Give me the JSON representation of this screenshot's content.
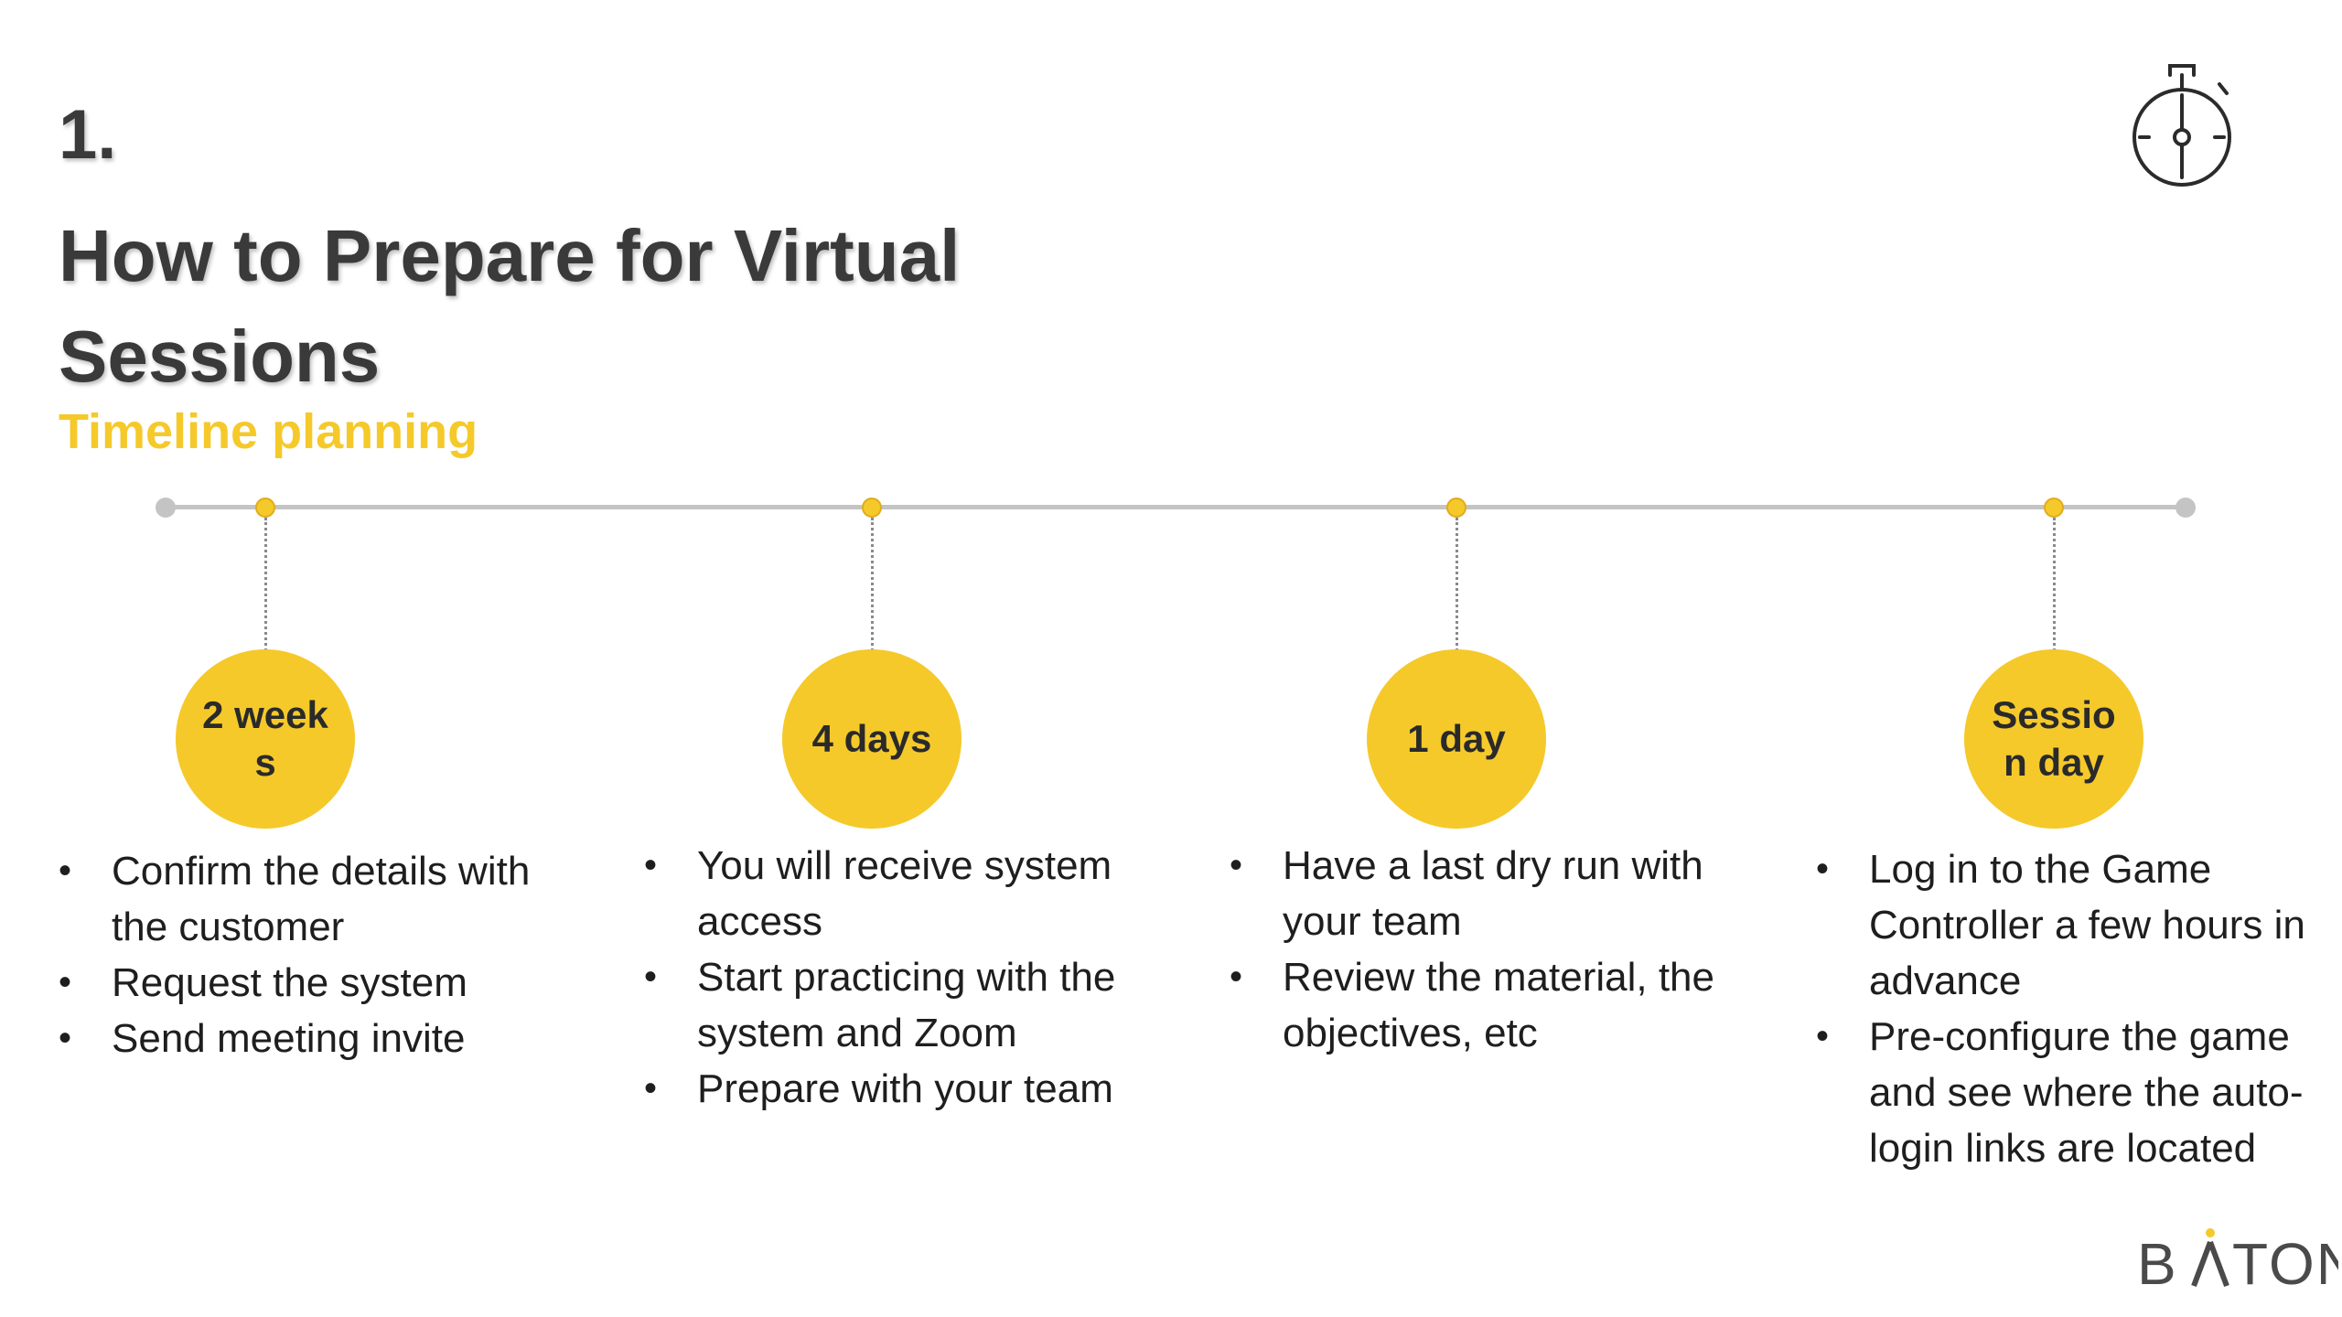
{
  "header": {
    "number": "1.",
    "title": "How to Prepare for Virtual Sessions",
    "subtitle": "Timeline planning"
  },
  "colors": {
    "accent": "#f5c92a",
    "heading": "#3a3a3a",
    "timeline": "#c4c4c4"
  },
  "icons": {
    "top_right": "stopwatch-icon"
  },
  "milestones": [
    {
      "label": "2 weeks",
      "items": [
        "Confirm the details with the customer",
        "Request the system",
        "Send meeting invite"
      ]
    },
    {
      "label": "4 days",
      "items": [
        "You will receive system access",
        "Start practicing with the system and Zoom",
        "Prepare with your team"
      ]
    },
    {
      "label": "1 day",
      "items": [
        "Have a last dry run with your team",
        "Review the material, the objectives, etc"
      ]
    },
    {
      "label": "Session day",
      "items": [
        "Log in to the Game Controller a few hours in advance",
        "Pre-configure the game and see where the auto-login links are located"
      ]
    }
  ],
  "brand": {
    "logo_text": "BATON"
  }
}
